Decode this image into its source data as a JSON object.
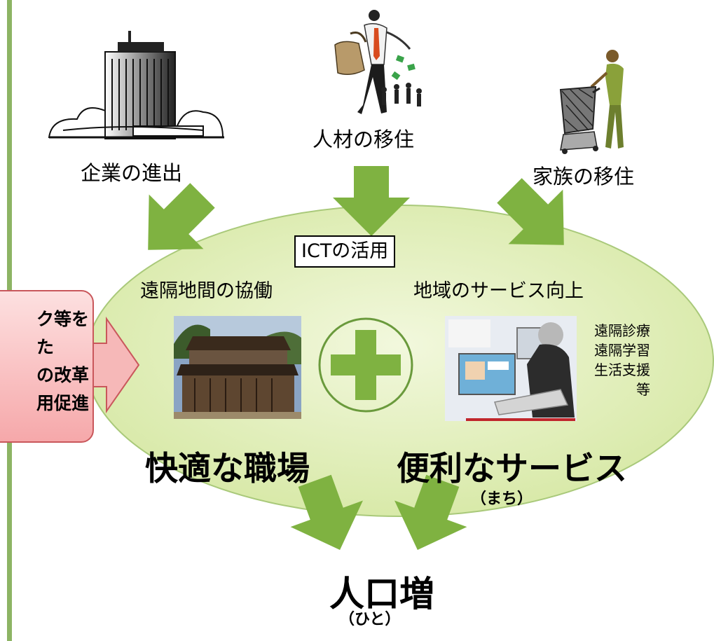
{
  "top": {
    "company": "企業の進出",
    "talent": "人材の移住",
    "family": "家族の移住"
  },
  "ellipse": {
    "ict_label": "ICTの活用",
    "left_caption": "遠隔地間の協働",
    "right_caption": "地域のサービス向上",
    "left_title": "快適な職場",
    "right_title": "便利なサービス",
    "right_subtitle": "（まち）"
  },
  "side_list": {
    "items": [
      "遠隔診療",
      "遠隔学習",
      "生活支援"
    ],
    "suffix": "等"
  },
  "left_box": {
    "lines": [
      "ク等を",
      "た",
      "の改革",
      "用促進"
    ]
  },
  "bottom": {
    "title": "人口増",
    "subtitle": "（ひと）"
  },
  "colors": {
    "arrow_green": "#7fb241",
    "ellipse_fill": "#e4efc6",
    "line_green": "#8db464",
    "pink": "#f6a8aa"
  }
}
